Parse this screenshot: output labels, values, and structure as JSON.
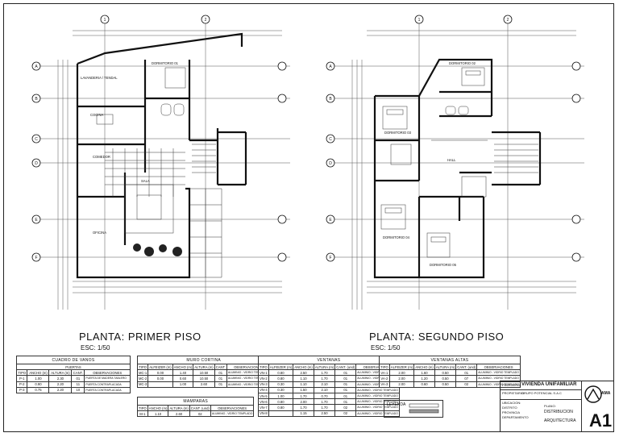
{
  "plans": [
    {
      "title": "PLANTA: PRIMER PISO",
      "scale": "ESC: 1/50",
      "grid_cols": [
        "1",
        "2"
      ],
      "grid_rows": [
        "A",
        "B",
        "C",
        "D",
        "E",
        "F"
      ],
      "rooms": [
        "LAVANDERIA / TENDAL",
        "DORMITORIO 01",
        "COMEDOR",
        "COCINA",
        "SALA",
        "OFICINA"
      ]
    },
    {
      "title": "PLANTA: SEGUNDO PISO",
      "scale": "ESC: 1/50",
      "grid_cols": [
        "1",
        "2"
      ],
      "grid_rows": [
        "A",
        "B",
        "C",
        "D",
        "E",
        "F"
      ],
      "rooms": [
        "DORMITORIO 02",
        "DORMITORIO 03",
        "HALL",
        "DORMITORIO 04",
        "DORMITORIO 05"
      ]
    }
  ],
  "vanos": {
    "title": "CUADRO DE VANOS",
    "subtitle": "PUERTAS",
    "headers": [
      "TIPO",
      "ANCHO (m)",
      "ALTURA (m)",
      "CANT.",
      "OBSERVACIONES"
    ],
    "rows": [
      [
        "P-1",
        "1.00",
        "2.30",
        "01",
        "PUERTA DE MADERA TABLERO"
      ],
      [
        "P-2",
        "0.90",
        "2.20",
        "11",
        "PUERTA CONTRAPLACADA"
      ],
      [
        "P-3",
        "0.75",
        "2.20",
        "10",
        "PUERTA CONTRAPLACADA"
      ]
    ]
  },
  "muro_cortina": {
    "title": "MURO CORTINA",
    "headers": [
      "TIPO",
      "ALFEIZER (m)",
      "ANCHO (m)",
      "ALTURA (m)",
      "CANT.",
      "OBSERVACIONES"
    ],
    "rows": [
      [
        "MC-1",
        "0.00",
        "1.40",
        "10.50",
        "01",
        "ALUMINIO - VIDRIO TEMPLADO"
      ],
      [
        "MC-2",
        "0.00",
        "0.60",
        "10.50",
        "01",
        "ALUMINIO - VIDRIO TEMPLADO"
      ],
      [
        "MC-3",
        "",
        "1.00",
        "2.60",
        "01",
        "ALUMINIO - VIDRIO TEMPLADO"
      ]
    ],
    "sub_title": "MAMPARAS",
    "sub_headers": [
      "TIPO",
      "ANCHO (m)",
      "ALTURA (m)",
      "CANT. (und)",
      "OBSERVACIONES"
    ],
    "sub_rows": [
      [
        "M-1",
        "1.10",
        "2.60",
        "02",
        "ALUMINIO - VIDRIO TEMPLADO"
      ]
    ]
  },
  "ventanas": {
    "title": "VENTANAS",
    "headers": [
      "TIPO",
      "ALFEIZER (m)",
      "ANCHO (m)",
      "ALTURA (m)",
      "CANT. (und)",
      "OBSERVACIONES"
    ],
    "rows": [
      [
        "VN-1",
        "0.80",
        "2.50",
        "1.70",
        "01",
        "ALUMINIO - VIDRIO TEMPLADO"
      ],
      [
        "VN-2",
        "0.80",
        "1.10",
        "1.70",
        "01",
        "ALUMINIO - VIDRIO TEMPLADO"
      ],
      [
        "VN-3",
        "0.30",
        "1.10",
        "2.10",
        "01",
        "ALUMINIO - VIDRIO TEMPLADO"
      ],
      [
        "VN-4",
        "0.30",
        "1.50",
        "2.10",
        "01",
        "ALUMINIO - VIDRIO TEMPLADO"
      ],
      [
        "VN-5",
        "1.00",
        "1.70",
        "0.70",
        "01",
        "ALUMINIO - VIDRIO TEMPLADO"
      ],
      [
        "VN-6",
        "0.80",
        "2.00",
        "1.70",
        "01",
        "ALUMINIO - VIDRIO TEMPLADO"
      ],
      [
        "VN-7",
        "0.80",
        "1.70",
        "1.70",
        "02",
        "ALUMINIO - VIDRIO TEMPLADO"
      ],
      [
        "VN-8",
        "",
        "1.15",
        "2.50",
        "02",
        "ALUMINIO - VIDRIO TEMPLADO"
      ]
    ]
  },
  "ventanas_altas": {
    "title": "VENTANAS ALTAS",
    "headers": [
      "TIPO",
      "ALFEIZER (m)",
      "ANCHO (m)",
      "ALTURA (m)",
      "CANT. (und)",
      "OBSERVACIONES"
    ],
    "rows": [
      [
        "VA-1",
        "2.00",
        "1.60",
        "0.50",
        "01",
        "ALUMINIO - VIDRIO TEMPLADO"
      ],
      [
        "VA-2",
        "2.00",
        "1.20",
        "0.50",
        "07",
        "ALUMINIO - VIDRIO TEMPLADO"
      ],
      [
        "VA-3",
        "2.00",
        "0.60",
        "0.50",
        "02",
        "ALUMINIO - VIDRIO TEMPLADO"
      ]
    ]
  },
  "legend": {
    "title": "LEYENDA"
  },
  "title_block": {
    "project_label": "PROYECTO:",
    "project": "VIVIENDA UNIFAMILIAR",
    "owner_label": "PROPIETARIO:",
    "owner": "GRUPO POTENCIAL S.A.C",
    "location_label": "UBICACION:",
    "district": "DISTRITO",
    "province": "PROVINCIA",
    "department": "DEPARTAMENTO",
    "plan_label": "PLANO:",
    "plan_type": "DISTRIBUCION",
    "specialty": "ARQUITECTURA",
    "sheet": "A1",
    "firm": "AMA"
  }
}
